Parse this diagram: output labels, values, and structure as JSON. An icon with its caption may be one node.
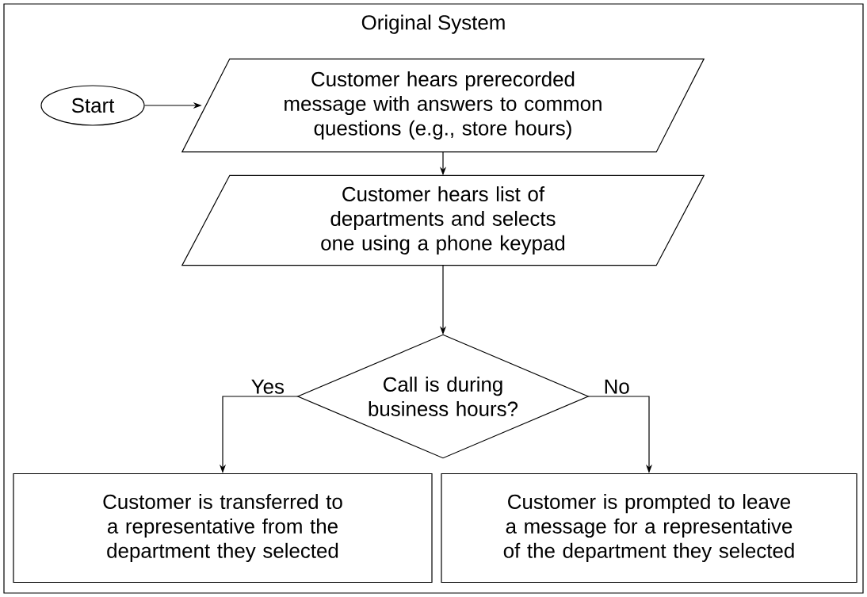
{
  "diagram": {
    "nodes": [
      {
        "text": [
          "Original System"
        ]
      },
      {
        "text": [
          "Start"
        ],
        "in": 0
      },
      {
        "text": [
          "Customer hears prerecorded message with answers to common questions (e.g., store hours)"
        ],
        "in": 0
      },
      {
        "text": [
          "Customer hears list of departments and selects one using a phone keypad"
        ],
        "in": 0
      },
      {
        "text": [
          "Call is during business hours?"
        ],
        "in": 0
      },
      {
        "text": [
          "Customer is transferred to a representative from the department they selected"
        ],
        "in": 0
      },
      {
        "text": [
          "Customer is prompted to leave a message for a representative of the department they selected"
        ],
        "in": 0
      }
    ],
    "edges": [
      {
        "from": 1,
        "to": 2,
        "arrow": "to"
      },
      {
        "from": 2,
        "to": 3,
        "arrow": "to"
      },
      {
        "from": 3,
        "to": 4,
        "arrow": "to"
      },
      {
        "from": 4,
        "to": 5,
        "arrow": "to",
        "label": "Yes"
      },
      {
        "from": 4,
        "to": 6,
        "arrow": "to",
        "label": "No"
      }
    ]
  }
}
